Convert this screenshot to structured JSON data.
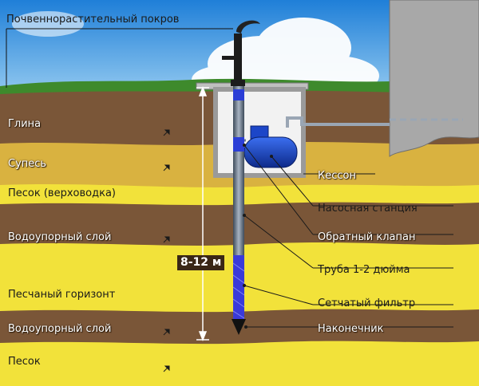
{
  "labels": {
    "top_cover": "Почвеннорастительный покров",
    "clay": "Глина",
    "sandy_loam": "Супесь",
    "perched_sand": "Песок (верховодка)",
    "aquiclude_1": "Водоупорный слой",
    "sand_horizon": "Песчаный горизонт",
    "aquiclude_2": "Водоупорный слой",
    "sand": "Песок"
  },
  "callouts": {
    "caisson": "Кессон",
    "pump_station": "Насосная станция",
    "check_valve": "Обратный клапан",
    "pipe": "Труба 1-2 дюйма",
    "mesh_filter": "Сетчатый фильтр",
    "tip": "Наконечник"
  },
  "depth": "8-12 м",
  "colors": {
    "sky": "#2b8fe0",
    "clay": "#7a5638",
    "sandy_loam": "#d9b240",
    "sand": "#f2e23a",
    "pipe": "#5a6b80",
    "filter": "#3a3ad8",
    "pump": "#1c46c8"
  }
}
